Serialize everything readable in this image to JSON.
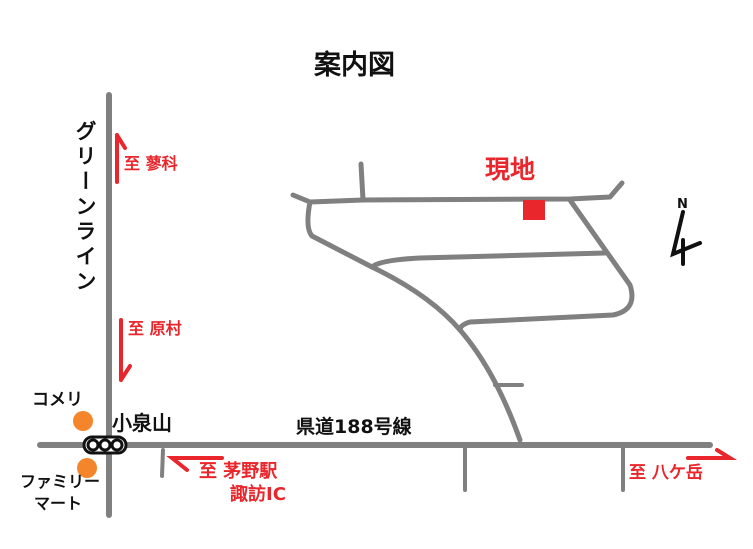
{
  "title": "案内図",
  "colors": {
    "road": "#808080",
    "accent": "#e8262b",
    "poi": "#f5852a",
    "text": "#111111"
  },
  "labels": {
    "green_line": "グリーンライン",
    "site": "現地",
    "north": "N",
    "route188": "県道188号線",
    "koizumiyama": "小泉山",
    "komeri": "コメリ",
    "familymart": "ファミリーマート",
    "familymart_line1": "ファミリー",
    "familymart_line2": "マート"
  },
  "directions": {
    "tateshina": "至 蓼科",
    "haramura": "至 原村",
    "chino_line1": "至 茅野駅",
    "chino_line2": "諏訪IC",
    "yatsugatake": "至 八ケ岳"
  }
}
